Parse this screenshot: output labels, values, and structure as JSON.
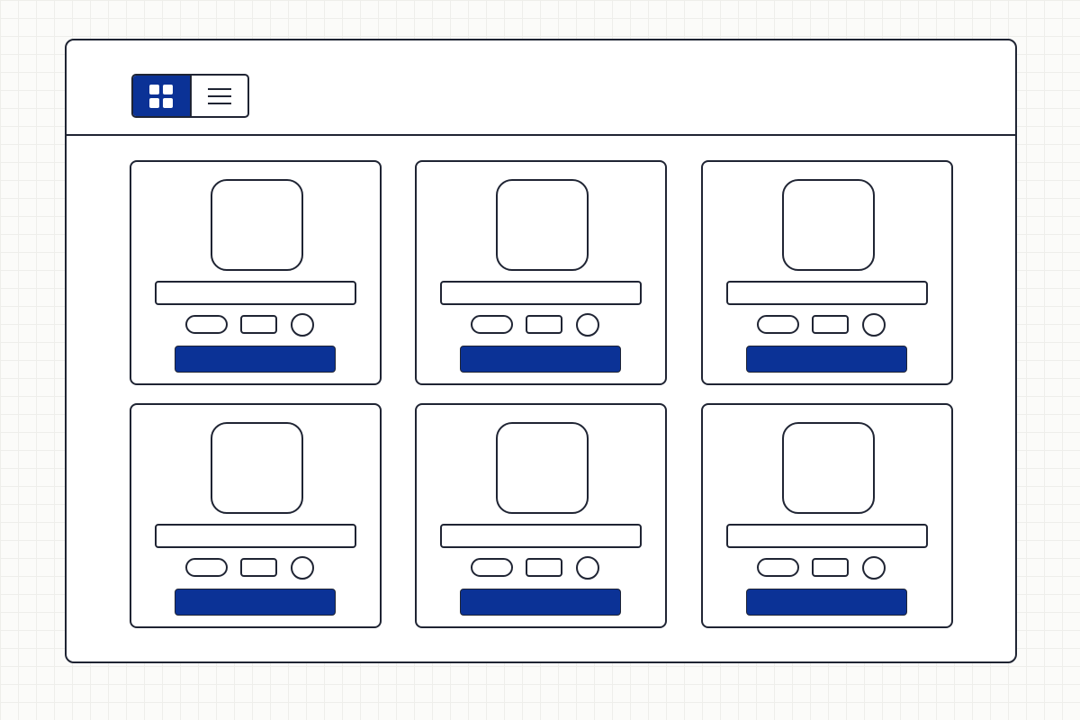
{
  "colors": {
    "accent": "#0b3296",
    "outline": "#1f2433",
    "surface": "#ffffff",
    "backdrop": "#fbfbf9"
  },
  "toolbar": {
    "view_toggle": {
      "options": [
        {
          "icon": "grid-view-icon",
          "selected": true
        },
        {
          "icon": "list-view-icon",
          "selected": false
        }
      ]
    }
  },
  "cards": [
    {
      "image": "placeholder-image",
      "title": ""
    },
    {
      "image": "placeholder-image",
      "title": ""
    },
    {
      "image": "placeholder-image",
      "title": ""
    },
    {
      "image": "placeholder-image",
      "title": ""
    },
    {
      "image": "placeholder-image",
      "title": ""
    },
    {
      "image": "placeholder-image",
      "title": ""
    }
  ]
}
